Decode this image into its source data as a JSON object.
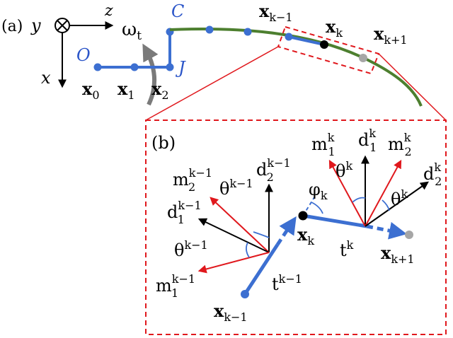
{
  "panel_a": {
    "label": "(a)",
    "axis_y": "y",
    "axis_z": "z",
    "axis_x": "x",
    "omega": "ω",
    "omega_sub": "t",
    "point_O": "O",
    "point_C": "C",
    "point_J": "J",
    "x0": "x",
    "x0_sub": "0",
    "x1": "x",
    "x1_sub": "1",
    "x2": "x",
    "x2_sub": "2",
    "xkm1": "x",
    "xkm1_sub": "k−1",
    "xk": "x",
    "xk_sub": "k",
    "xkp1": "x",
    "xkp1_sub": "k+1"
  },
  "panel_b": {
    "label": "(b)",
    "m1k": "m",
    "m1k_sub": "1",
    "m1k_sup": "k",
    "d1k": "d",
    "d1k_sub": "1",
    "d1k_sup": "k",
    "m2k": "m",
    "m2k_sub": "2",
    "m2k_sup": "k",
    "theta_k_a": "θ",
    "theta_k_a_sup": "k",
    "theta_k_b": "θ",
    "theta_k_b_sup": "k",
    "d2k": "d",
    "d2k_sub": "2",
    "d2k_sup": "k",
    "d2km1": "d",
    "d2km1_sub": "2",
    "d2km1_sup": "k−1",
    "m2km1": "m",
    "m2km1_sub": "2",
    "m2km1_sup": "k−1",
    "theta_km1_a": "θ",
    "theta_km1_a_sup": "k−1",
    "d1km1": "d",
    "d1km1_sub": "1",
    "d1km1_sup": "k−1",
    "theta_km1_b": "θ",
    "theta_km1_b_sup": "k−1",
    "m1km1": "m",
    "m1km1_sub": "1",
    "m1km1_sup": "k−1",
    "phi": "φ",
    "phi_sub": "k",
    "xk": "x",
    "xk_sub": "k",
    "tk": "t",
    "tk_sup": "k",
    "xkp1": "x",
    "xkp1_sub": "k+1",
    "tkm1": "t",
    "tkm1_sup": "k−1",
    "xkm1": "x",
    "xkm1_sub": "k−1"
  },
  "colors": {
    "rod_blue": "#3c6fd1",
    "rod_green": "#4d7f2f",
    "frame_red": "#e0181d",
    "dashed_red": "#e0181d",
    "gray_point": "#a6a6a6",
    "rotation_arrow": "#7a7a7a"
  }
}
